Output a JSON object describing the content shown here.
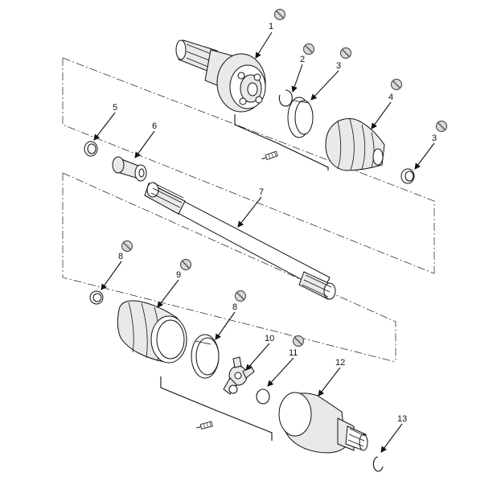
{
  "labels": {
    "p1": "1",
    "p2": "2",
    "p3a": "3",
    "p3b": "3",
    "p4": "4",
    "p5": "5",
    "p6": "6",
    "p7": "7",
    "p8a": "8",
    "p8b": "8",
    "p9": "9",
    "p10": "10",
    "p11": "11",
    "p12": "12",
    "p13": "13"
  },
  "icons": {
    "do_not_reuse": "prohibited-circle-icon",
    "grease": "grease-tube-icon"
  }
}
